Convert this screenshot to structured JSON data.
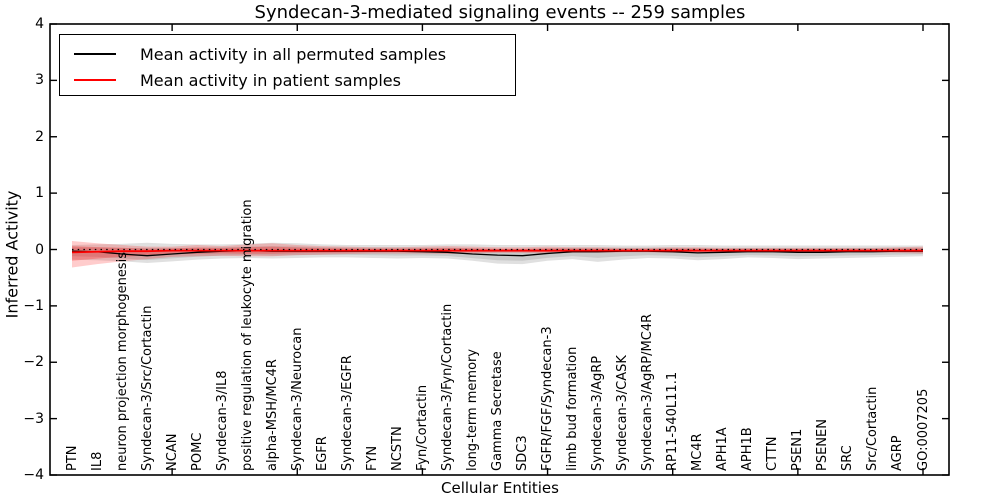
{
  "figure": {
    "background": "#ffffff",
    "spine_color": "#000000"
  },
  "chart_data": {
    "type": "line",
    "title": "Syndecan-3-mediated signaling events -- 259 samples",
    "xlabel": "Cellular Entities",
    "ylabel": "Inferred Activity",
    "ylim": [
      -4,
      4
    ],
    "yticks": [
      -4,
      -3,
      -2,
      -1,
      0,
      1,
      2,
      3,
      4
    ],
    "grid": false,
    "legend_position": "upper-left",
    "x_major_tick_indices": [
      4,
      9,
      14,
      19,
      24,
      29,
      34
    ],
    "zero_line": {
      "y": 0,
      "style": "dotted",
      "color": "#000000"
    },
    "categories": [
      "PTN",
      "IL8",
      "neuron projection morphogenesis",
      "Syndecan-3/Src/Cortactin",
      "NCAN",
      "POMC",
      "Syndecan-3/IL8",
      "positive regulation of leukocyte migration",
      "alpha-MSH/MC4R",
      "Syndecan-3/Neurocan",
      "EGFR",
      "Syndecan-3/EGFR",
      "FYN",
      "NCSTN",
      "Fyn/Cortactin",
      "Syndecan-3/Fyn/Cortactin",
      "long-term memory",
      "Gamma Secretase",
      "SDC3",
      "FGFR/FGF/Syndecan-3",
      "limb bud formation",
      "Syndecan-3/AgRP",
      "Syndecan-3/CASK",
      "Syndecan-3/AgRP/MC4R",
      "RP11-540L11.1",
      "MC4R",
      "APH1A",
      "APH1B",
      "CTTN",
      "PSEN1",
      "PSENEN",
      "SRC",
      "Src/Cortactin",
      "AGRP",
      "GO:0007205"
    ],
    "series": [
      {
        "name": "Mean activity in all permuted samples",
        "color": "#000000",
        "line_width": 1.3,
        "values": [
          -0.03,
          -0.04,
          -0.08,
          -0.11,
          -0.08,
          -0.05,
          -0.03,
          -0.02,
          -0.03,
          -0.03,
          -0.03,
          -0.03,
          -0.03,
          -0.03,
          -0.04,
          -0.05,
          -0.08,
          -0.1,
          -0.11,
          -0.07,
          -0.04,
          -0.04,
          -0.03,
          -0.03,
          -0.04,
          -0.06,
          -0.05,
          -0.04,
          -0.04,
          -0.05,
          -0.05,
          -0.04,
          -0.04,
          -0.03,
          -0.03
        ]
      },
      {
        "name": "Mean activity in patient samples",
        "color": "#ff0000",
        "line_width": 1.8,
        "values": [
          -0.05,
          -0.04,
          -0.03,
          -0.03,
          -0.02,
          -0.02,
          -0.02,
          -0.02,
          -0.02,
          -0.02,
          -0.02,
          -0.02,
          -0.02,
          -0.02,
          -0.02,
          -0.02,
          -0.02,
          -0.02,
          -0.02,
          -0.02,
          -0.02,
          -0.02,
          -0.02,
          -0.02,
          -0.02,
          -0.02,
          -0.02,
          -0.02,
          -0.02,
          -0.02,
          -0.02,
          -0.02,
          -0.02,
          -0.02,
          -0.02
        ]
      }
    ],
    "bands": [
      {
        "name": "permuted-confidence-band",
        "series": "Mean activity in all permuted samples",
        "color": "#000000",
        "alpha": 0.12,
        "inner_alpha": 0.1,
        "inner_fraction": 0.6,
        "upper": [
          0.08,
          0.09,
          0.1,
          0.12,
          0.1,
          0.09,
          0.09,
          0.1,
          0.12,
          0.11,
          0.09,
          0.08,
          0.08,
          0.08,
          0.08,
          0.09,
          0.09,
          0.08,
          0.08,
          0.08,
          0.08,
          0.08,
          0.07,
          0.07,
          0.08,
          0.08,
          0.07,
          0.07,
          0.07,
          0.07,
          0.07,
          0.07,
          0.07,
          0.07,
          0.07
        ],
        "lower": [
          -0.18,
          -0.19,
          -0.21,
          -0.24,
          -0.21,
          -0.18,
          -0.16,
          -0.15,
          -0.16,
          -0.15,
          -0.14,
          -0.14,
          -0.15,
          -0.16,
          -0.15,
          -0.16,
          -0.2,
          -0.25,
          -0.26,
          -0.2,
          -0.17,
          -0.22,
          -0.18,
          -0.15,
          -0.16,
          -0.19,
          -0.17,
          -0.14,
          -0.15,
          -0.17,
          -0.16,
          -0.15,
          -0.14,
          -0.13,
          -0.12
        ]
      },
      {
        "name": "patient-confidence-band",
        "series": "Mean activity in patient samples",
        "color": "#ff0000",
        "alpha": 0.2,
        "inner_alpha": 0.25,
        "inner_fraction": 0.55,
        "upper": [
          0.15,
          0.11,
          0.08,
          0.05,
          0.05,
          0.08,
          0.06,
          0.09,
          0.11,
          0.08,
          0.06,
          0.05,
          0.04,
          0.04,
          0.05,
          0.06,
          0.05,
          0.04,
          0.04,
          0.05,
          0.04,
          0.04,
          0.03,
          0.03,
          0.04,
          0.04,
          0.03,
          0.03,
          0.03,
          0.03,
          0.03,
          0.03,
          0.03,
          0.04,
          0.05
        ],
        "lower": [
          -0.32,
          -0.26,
          -0.21,
          -0.17,
          -0.13,
          -0.12,
          -0.11,
          -0.12,
          -0.12,
          -0.1,
          -0.09,
          -0.08,
          -0.07,
          -0.07,
          -0.07,
          -0.08,
          -0.07,
          -0.06,
          -0.06,
          -0.07,
          -0.06,
          -0.06,
          -0.05,
          -0.05,
          -0.06,
          -0.06,
          -0.05,
          -0.05,
          -0.05,
          -0.05,
          -0.05,
          -0.05,
          -0.05,
          -0.06,
          -0.07
        ]
      }
    ]
  }
}
